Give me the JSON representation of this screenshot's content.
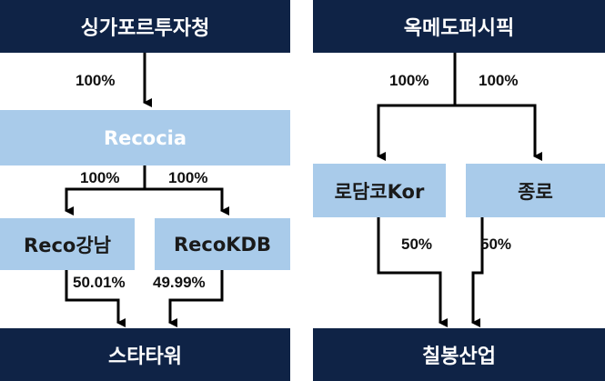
{
  "left": {
    "top_entity": "싱가포르투자청",
    "mid_entity": "Recocia",
    "child_a": "Reco강남",
    "child_b": "RecoKDB",
    "bottom_entity": "스타타워",
    "pct_top": "100%",
    "pct_child_a": "100%",
    "pct_child_b": "100%",
    "pct_bottom_a": "50.01%",
    "pct_bottom_b": "49.99%"
  },
  "right": {
    "top_entity": "옥메도퍼시픽",
    "child_a": "로담코Kor",
    "child_b": "종로",
    "bottom_entity": "칠봉산업",
    "pct_child_a": "100%",
    "pct_child_b": "100%",
    "pct_bottom_a": "50%",
    "pct_bottom_b": "50%"
  },
  "colors": {
    "dark_box": "#0f2346",
    "light_box": "#a9cbea",
    "line": "#000000"
  }
}
